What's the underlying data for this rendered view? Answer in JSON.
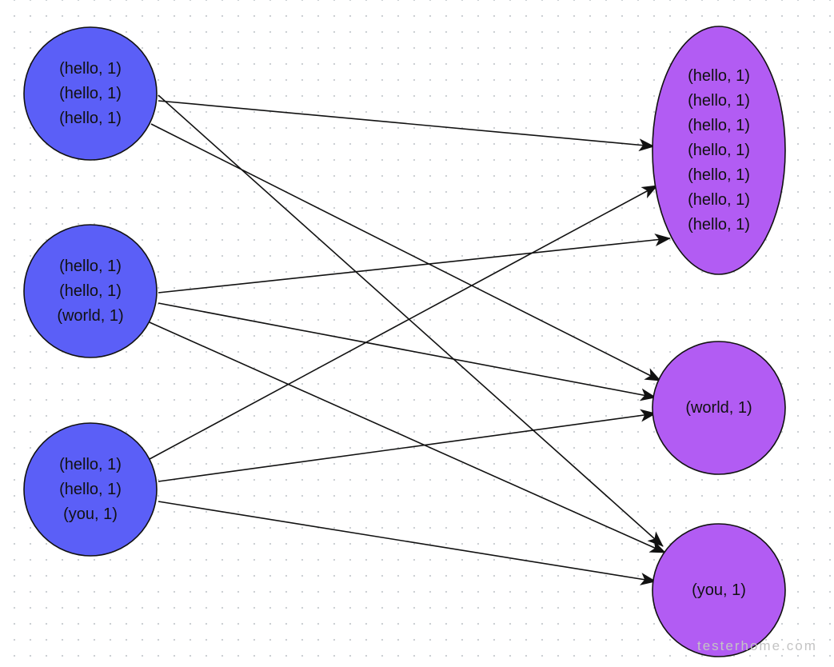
{
  "diagram": {
    "colors": {
      "source_fill": "#5b5ff7",
      "target_fill": "#b25cf3",
      "stroke": "#111111"
    },
    "source_nodes": [
      {
        "id": "s1",
        "lines": [
          "(hello, 1)",
          "(hello, 1)",
          "(hello, 1)"
        ]
      },
      {
        "id": "s2",
        "lines": [
          "(hello, 1)",
          "(hello, 1)",
          "(world, 1)"
        ]
      },
      {
        "id": "s3",
        "lines": [
          "(hello, 1)",
          "(hello, 1)",
          "(you, 1)"
        ]
      }
    ],
    "target_nodes": [
      {
        "id": "t1",
        "lines": [
          "(hello, 1)",
          "(hello, 1)",
          "(hello, 1)",
          "(hello, 1)",
          "(hello, 1)",
          "(hello, 1)",
          "(hello, 1)"
        ]
      },
      {
        "id": "t2",
        "lines": [
          "(world, 1)"
        ]
      },
      {
        "id": "t3",
        "lines": [
          "(you, 1)"
        ]
      }
    ],
    "edges": [
      {
        "from": "s1",
        "to": "t1"
      },
      {
        "from": "s1",
        "to": "t2"
      },
      {
        "from": "s1",
        "to": "t3"
      },
      {
        "from": "s2",
        "to": "t1"
      },
      {
        "from": "s2",
        "to": "t2"
      },
      {
        "from": "s2",
        "to": "t3"
      },
      {
        "from": "s3",
        "to": "t1"
      },
      {
        "from": "s3",
        "to": "t2"
      },
      {
        "from": "s3",
        "to": "t3"
      }
    ],
    "watermark": "testerhome.com"
  }
}
